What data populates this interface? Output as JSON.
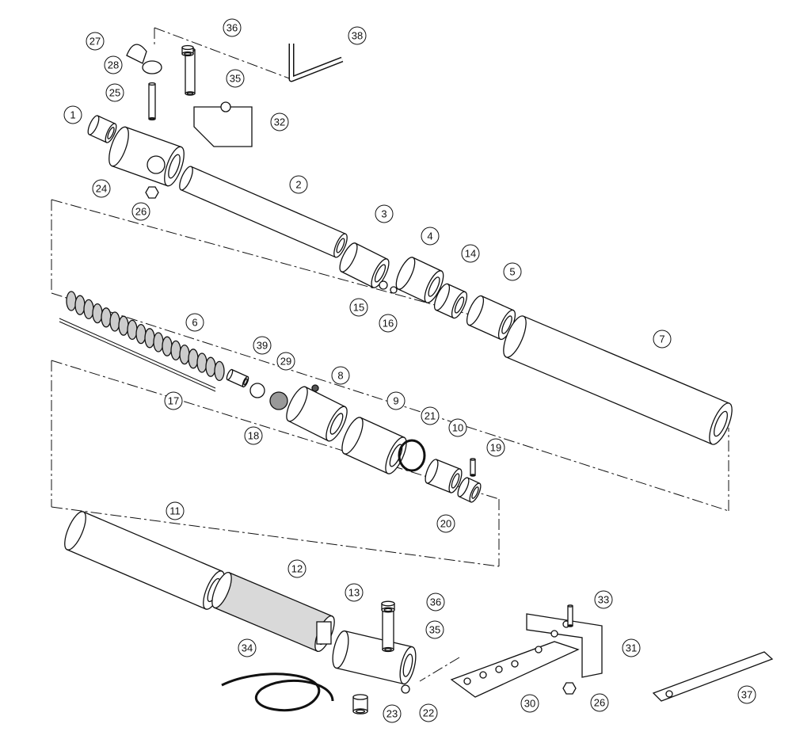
{
  "diagram": {
    "type": "exploded-parts-diagram",
    "callouts": [
      "27",
      "36",
      "38",
      "28",
      "35",
      "25",
      "1",
      "32",
      "24",
      "26",
      "2",
      "3",
      "4",
      "14",
      "5",
      "15",
      "16",
      "7",
      "6",
      "39",
      "29",
      "8",
      "17",
      "9",
      "18",
      "21",
      "10",
      "19",
      "20",
      "11",
      "12",
      "13",
      "36",
      "33",
      "35",
      "31",
      "34",
      "30",
      "26",
      "37",
      "22",
      "23"
    ]
  },
  "colors": {
    "line": "#111111",
    "part_fill": "#ffffff",
    "shade": "#d9d9d9"
  }
}
